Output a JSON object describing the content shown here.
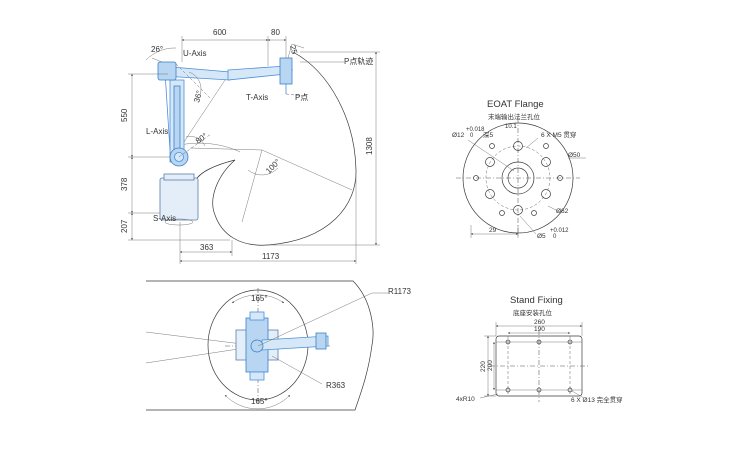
{
  "side_view": {
    "dim_600": "600",
    "dim_80": "80",
    "dim_25": "25",
    "angle_26": "26°",
    "angle_36": "36°",
    "angle_80": "80°",
    "angle_100": "100°",
    "u_axis": "U-Axis",
    "t_axis": "T-Axis",
    "l_axis": "L-Axis",
    "s_axis": "S-Axis",
    "p_point": "P点",
    "p_track": "P点轨迹",
    "dim_550": "550",
    "dim_378": "378",
    "dim_207": "207",
    "dim_1308": "1308",
    "dim_363": "363",
    "dim_1173": "1173"
  },
  "top_view": {
    "radius_1173": "R1173",
    "radius_363": "R363",
    "angle_top": "165°",
    "angle_bottom": "165°"
  },
  "flange": {
    "title": "EOAT Flange",
    "subtitle": "末端输出法兰孔位",
    "hole_12": "Ø12",
    "hole_12_tol_upper": "+0.018",
    "hole_12_tol_lower": "0",
    "depth_5": "深5",
    "dim_10": "10.1",
    "m5": "6 X M5 贯穿",
    "d50": "Ø50",
    "d62": "Ø62",
    "dim_29": "29",
    "hole_5": "Ø5",
    "hole_5_tol_upper": "+0.012",
    "hole_5_tol_lower": "0"
  },
  "stand": {
    "title": "Stand Fixing",
    "subtitle": "底座安装孔位",
    "dim_260": "260",
    "dim_190": "190",
    "dim_220": "220",
    "dim_200": "200",
    "corner": "4xR10",
    "holes": "6 X Ø13 完全贯穿"
  },
  "colors": {
    "arm_fill": "#d6e8f8",
    "arm_stroke": "#4a90d9",
    "line": "#3a3a3a"
  }
}
